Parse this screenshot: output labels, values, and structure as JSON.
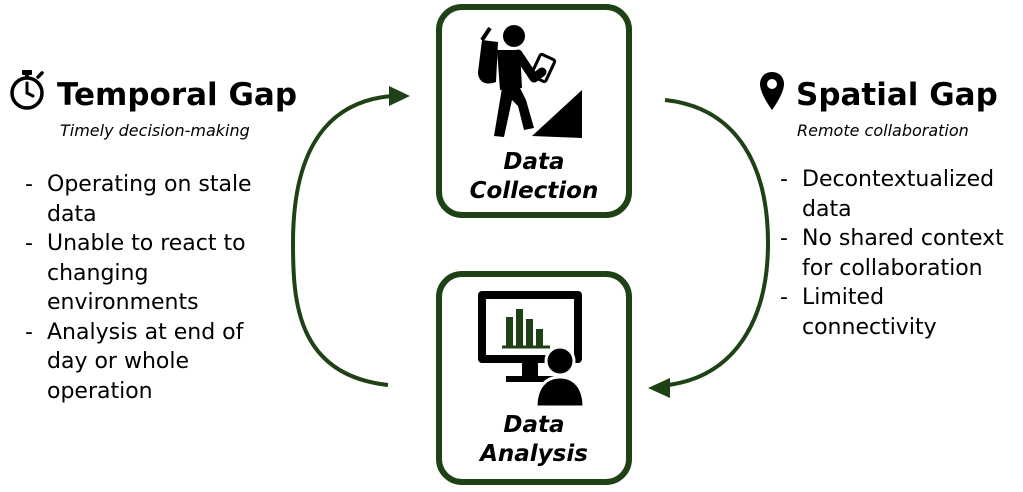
{
  "left": {
    "title": "Temporal Gap",
    "subtitle": "Timely decision-making",
    "icon": "stopwatch-icon",
    "items": [
      "Operating on stale data",
      "Unable to react to changing environments",
      "Analysis at end of day or whole operation"
    ]
  },
  "right": {
    "title": "Spatial Gap",
    "subtitle": "Remote collaboration",
    "icon": "map-pin-icon",
    "items": [
      "Decontextualized data",
      "No shared context for collaboration",
      "Limited connectivity"
    ]
  },
  "nodes": {
    "collection": {
      "line1": "Data",
      "line2": "Collection",
      "icon": "hiker-with-clipboard-icon"
    },
    "analysis": {
      "line1": "Data",
      "line2": "Analysis",
      "icon": "person-at-monitor-chart-icon"
    }
  },
  "colors": {
    "accent": "#1e4116",
    "text": "#000000"
  }
}
